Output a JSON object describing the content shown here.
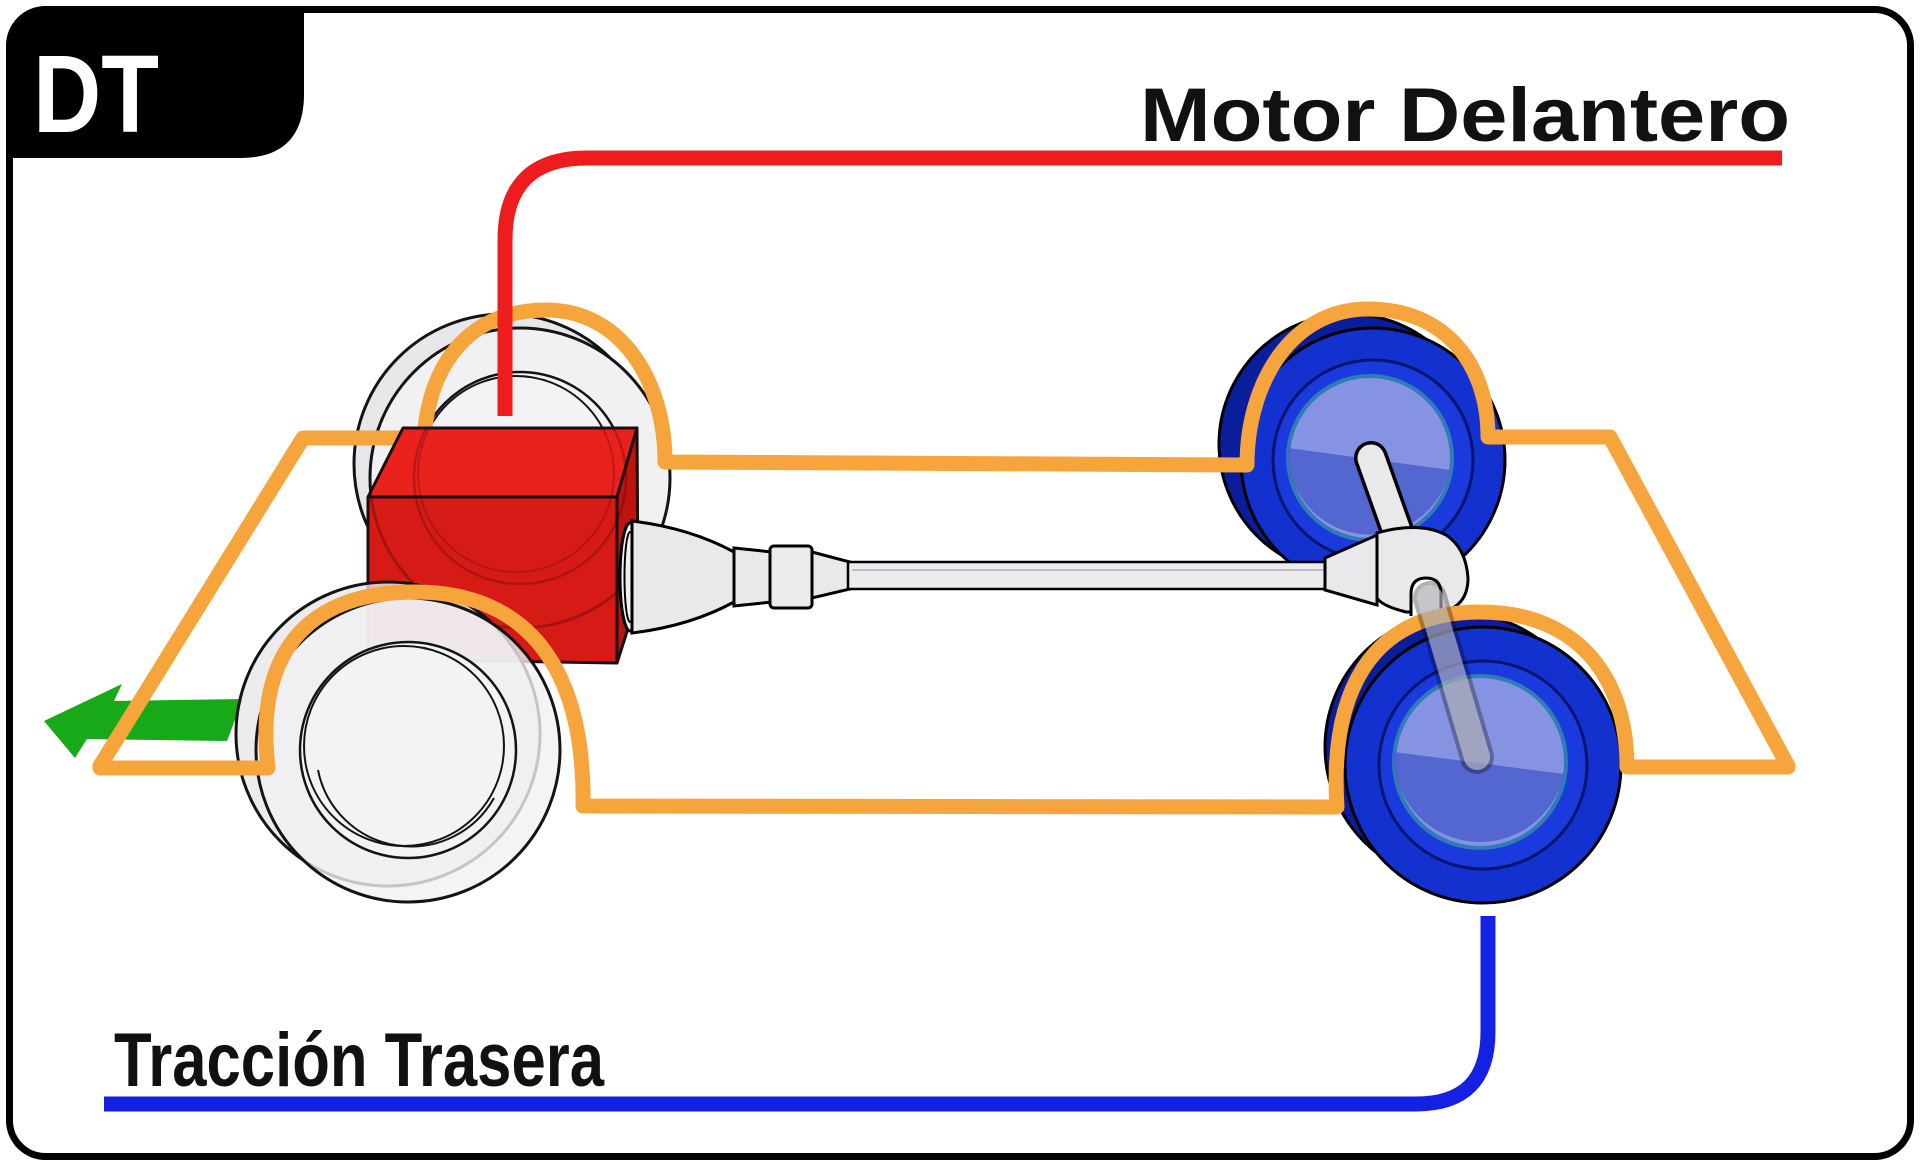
{
  "meta": {
    "description": "Drivetrain layout diagram: front engine with rear-wheel drive (DT)"
  },
  "badge": {
    "label": "DT"
  },
  "labels": {
    "front_engine": "Motor Delantero",
    "rear_traction": "Tracción Trasera"
  },
  "colors": {
    "page_bg": "#ffffff",
    "border": "#000000",
    "badge_bg": "#000000",
    "badge_text": "#ffffff",
    "label_text": "#111111",
    "front_engine_line": "#ee1c1c",
    "rear_traction_line": "#1421e4",
    "chassis_outline": "#f6a53c",
    "engine_top": "#e9221e",
    "engine_front": "#d61b17",
    "engine_side": "#bd1410",
    "front_wheel_fill": "#f1f1f4",
    "rear_wheel_tire": "#1331cf",
    "rear_wheel_back": "#0a1d9a",
    "rear_wheel_hub": "#8693e3",
    "rear_wheel_hub_shadow": "#4b5ecd",
    "drivetrain_gray": "#e9e9eb",
    "direction_arrow": "#18a918"
  },
  "icons": {
    "direction_arrow": "left-arrow-icon"
  }
}
